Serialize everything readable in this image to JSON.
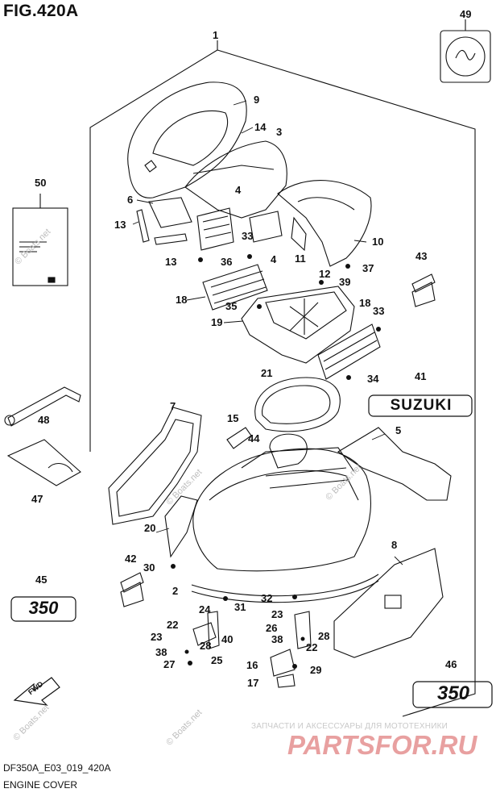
{
  "figure": {
    "title": "FIG.420A",
    "code": "DF350A_E03_019_420A",
    "name": "ENGINE COVER"
  },
  "callouts": [
    "1",
    "2",
    "3",
    "4",
    "4",
    "5",
    "6",
    "7",
    "8",
    "9",
    "10",
    "11",
    "12",
    "13",
    "13",
    "14",
    "15",
    "16",
    "17",
    "18",
    "18",
    "19",
    "20",
    "21",
    "22",
    "22",
    "23",
    "23",
    "24",
    "25",
    "26",
    "27",
    "28",
    "28",
    "29",
    "30",
    "31",
    "32",
    "33",
    "33",
    "34",
    "35",
    "36",
    "37",
    "38",
    "38",
    "39",
    "40",
    "41",
    "42",
    "43",
    "44",
    "45",
    "46",
    "47",
    "48",
    "49",
    "50"
  ],
  "badges": {
    "logo_41": "SUZUKI",
    "decal_45": "350",
    "decal_46": "350",
    "fwd": "FWD"
  },
  "watermarks": {
    "tagline": "ЗАПЧАСТИ И АКСЕССУАРЫ ДЛЯ МОТОТЕХНИКИ",
    "logo": "PARTSFOR.RU",
    "site": "© Boats.net"
  },
  "colors": {
    "line": "#111111",
    "watermark_red": "#e8a0a0",
    "watermark_gray": "#bdbdbd"
  }
}
